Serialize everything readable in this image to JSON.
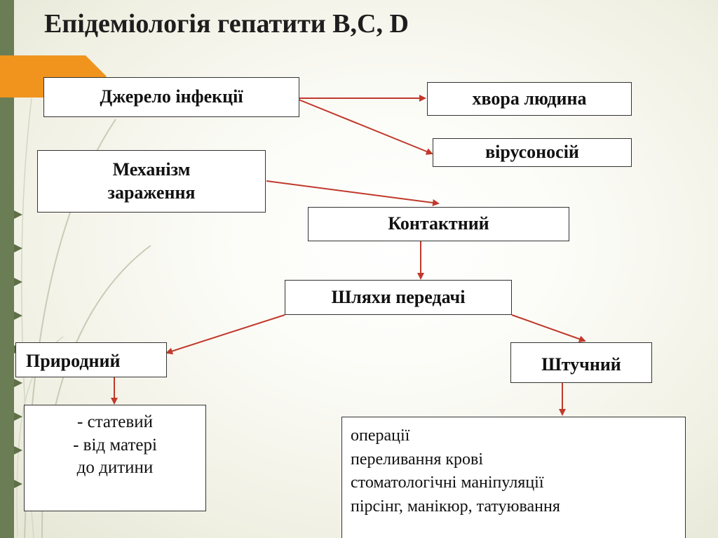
{
  "title": "Епідеміологія гепатити В,С, D",
  "nodes": {
    "source": "Джерело інфекції",
    "sick_person": "хвора людина",
    "carrier": "вірусоносій",
    "mechanism_l1": "Механізм",
    "mechanism_l2": "зараження",
    "contact": "Контактний",
    "routes": "Шляхи передачі",
    "natural": "Природний",
    "artificial": "Штучний"
  },
  "natural_list": [
    "- статевий",
    "- від матері",
    "до дитини"
  ],
  "artificial_list": [
    "операції",
    "переливання крові",
    "стоматологічні маніпуляції",
    "пірсінг, манікюр, татуювання"
  ],
  "colors": {
    "accent_orange": "#f0941e",
    "arrow": "#c0392b",
    "sidebar_green": "#6b7d55"
  }
}
